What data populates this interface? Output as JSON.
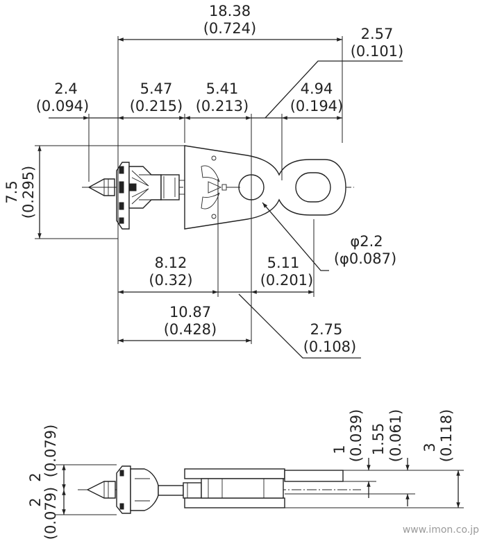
{
  "top_view": {
    "overall": {
      "value": "18.38",
      "inch": "(0.724)"
    },
    "tip_right": {
      "value": "2.57",
      "inch": "(0.101)"
    },
    "left_nose": {
      "value": "2.4",
      "inch": "(0.094)"
    },
    "body_a": {
      "value": "5.47",
      "inch": "(0.215)"
    },
    "body_b": {
      "value": "5.41",
      "inch": "(0.213)"
    },
    "eyelet": {
      "value": "4.94",
      "inch": "(0.194)"
    },
    "height": {
      "value": "7.5",
      "inch": "(0.295)"
    },
    "hole": {
      "value": "φ2.2",
      "inch": "(φ0.087)"
    },
    "to_wing": {
      "value": "8.12",
      "inch": "(0.32)"
    },
    "to_hole": {
      "value": "5.11",
      "inch": "(0.201)"
    },
    "to_plate": {
      "value": "10.87",
      "inch": "(0.428)"
    },
    "offset": {
      "value": "2.75",
      "inch": "(0.108)"
    }
  },
  "side_view": {
    "upper": {
      "value": "2",
      "inch": "(0.079)"
    },
    "lower": {
      "value": "2",
      "inch": "(0.079)"
    },
    "t1": {
      "value": "1",
      "inch": "(0.039)"
    },
    "t2": {
      "value": "1.55",
      "inch": "(0.061)"
    },
    "t3": {
      "value": "3",
      "inch": "(0.118)"
    }
  },
  "watermark": "www.imon.co.jp"
}
